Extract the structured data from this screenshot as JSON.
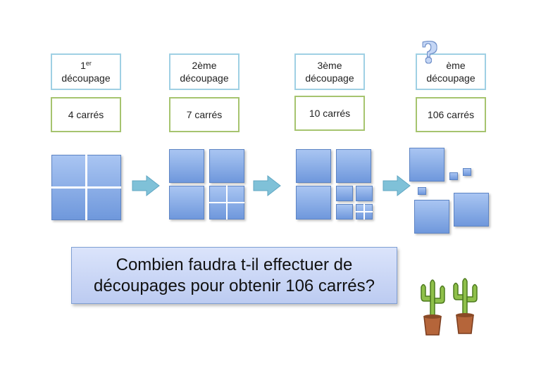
{
  "steps": [
    {
      "ordinal": "1",
      "superscript": "er",
      "word": "découpage",
      "count": "4 carrés"
    },
    {
      "ordinal": "2ème",
      "superscript": "",
      "word": "découpage",
      "count": "7 carrés"
    },
    {
      "ordinal": "3ème",
      "superscript": "",
      "word": "découpage",
      "count": "10  carrés"
    },
    {
      "ordinal": "ème",
      "superscript": "",
      "word": "découpage",
      "count": "106  carrés",
      "unknown_mark": "?"
    }
  ],
  "question": {
    "line1": "Combien faudra t-il effectuer de",
    "line2": "découpages pour obtenir 106 carrés?"
  },
  "colors": {
    "step_border": "#9fd0e4",
    "count_border": "#a6c46f",
    "square_fill": "#8fb0e8",
    "arrow_fill": "#7fc1d8",
    "question_fill": "#cdd8f6"
  },
  "decorations": [
    "cactus-icon",
    "cactus-icon"
  ]
}
